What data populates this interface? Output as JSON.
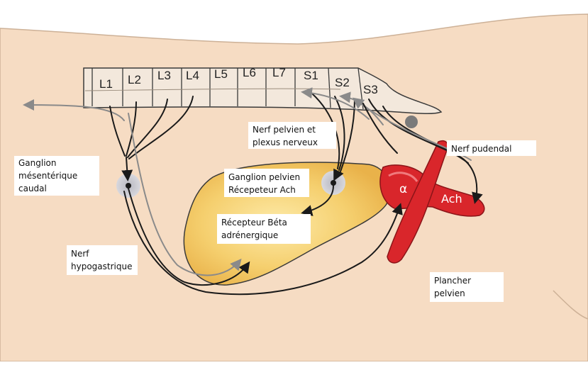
{
  "vertebrae": [
    "L1",
    "L2",
    "L3",
    "L4",
    "L5",
    "L6",
    "L7",
    "S1",
    "S2",
    "S3"
  ],
  "labels": {
    "ganglion_mesenterique": [
      "Ganglion",
      "mésentérique",
      "caudal"
    ],
    "nerf_pelvien": [
      "Nerf pelvien et",
      "plexus nerveux"
    ],
    "nerf_pudendal": "Nerf pudendal",
    "ganglion_pelvien": [
      "Ganglion pelvien",
      "Récepeteur Ach"
    ],
    "recepteur_beta": [
      "Récepteur Béta",
      "adrénergique"
    ],
    "nerf_hypogastrique": [
      "Nerf",
      "hypogastrique"
    ],
    "plancher_pelvien": [
      "Plancher",
      "pelvien"
    ],
    "alpha": "α",
    "ach": "Ach"
  },
  "colors": {
    "body": "#f6dcc3",
    "body_outline": "#cdb197",
    "bladder": "#f2c35a",
    "urethra": "#d9262b",
    "ganglion": "#c9c9cf",
    "nerve": "#1a1a1a",
    "nerve_grey": "#8a8a8a"
  }
}
